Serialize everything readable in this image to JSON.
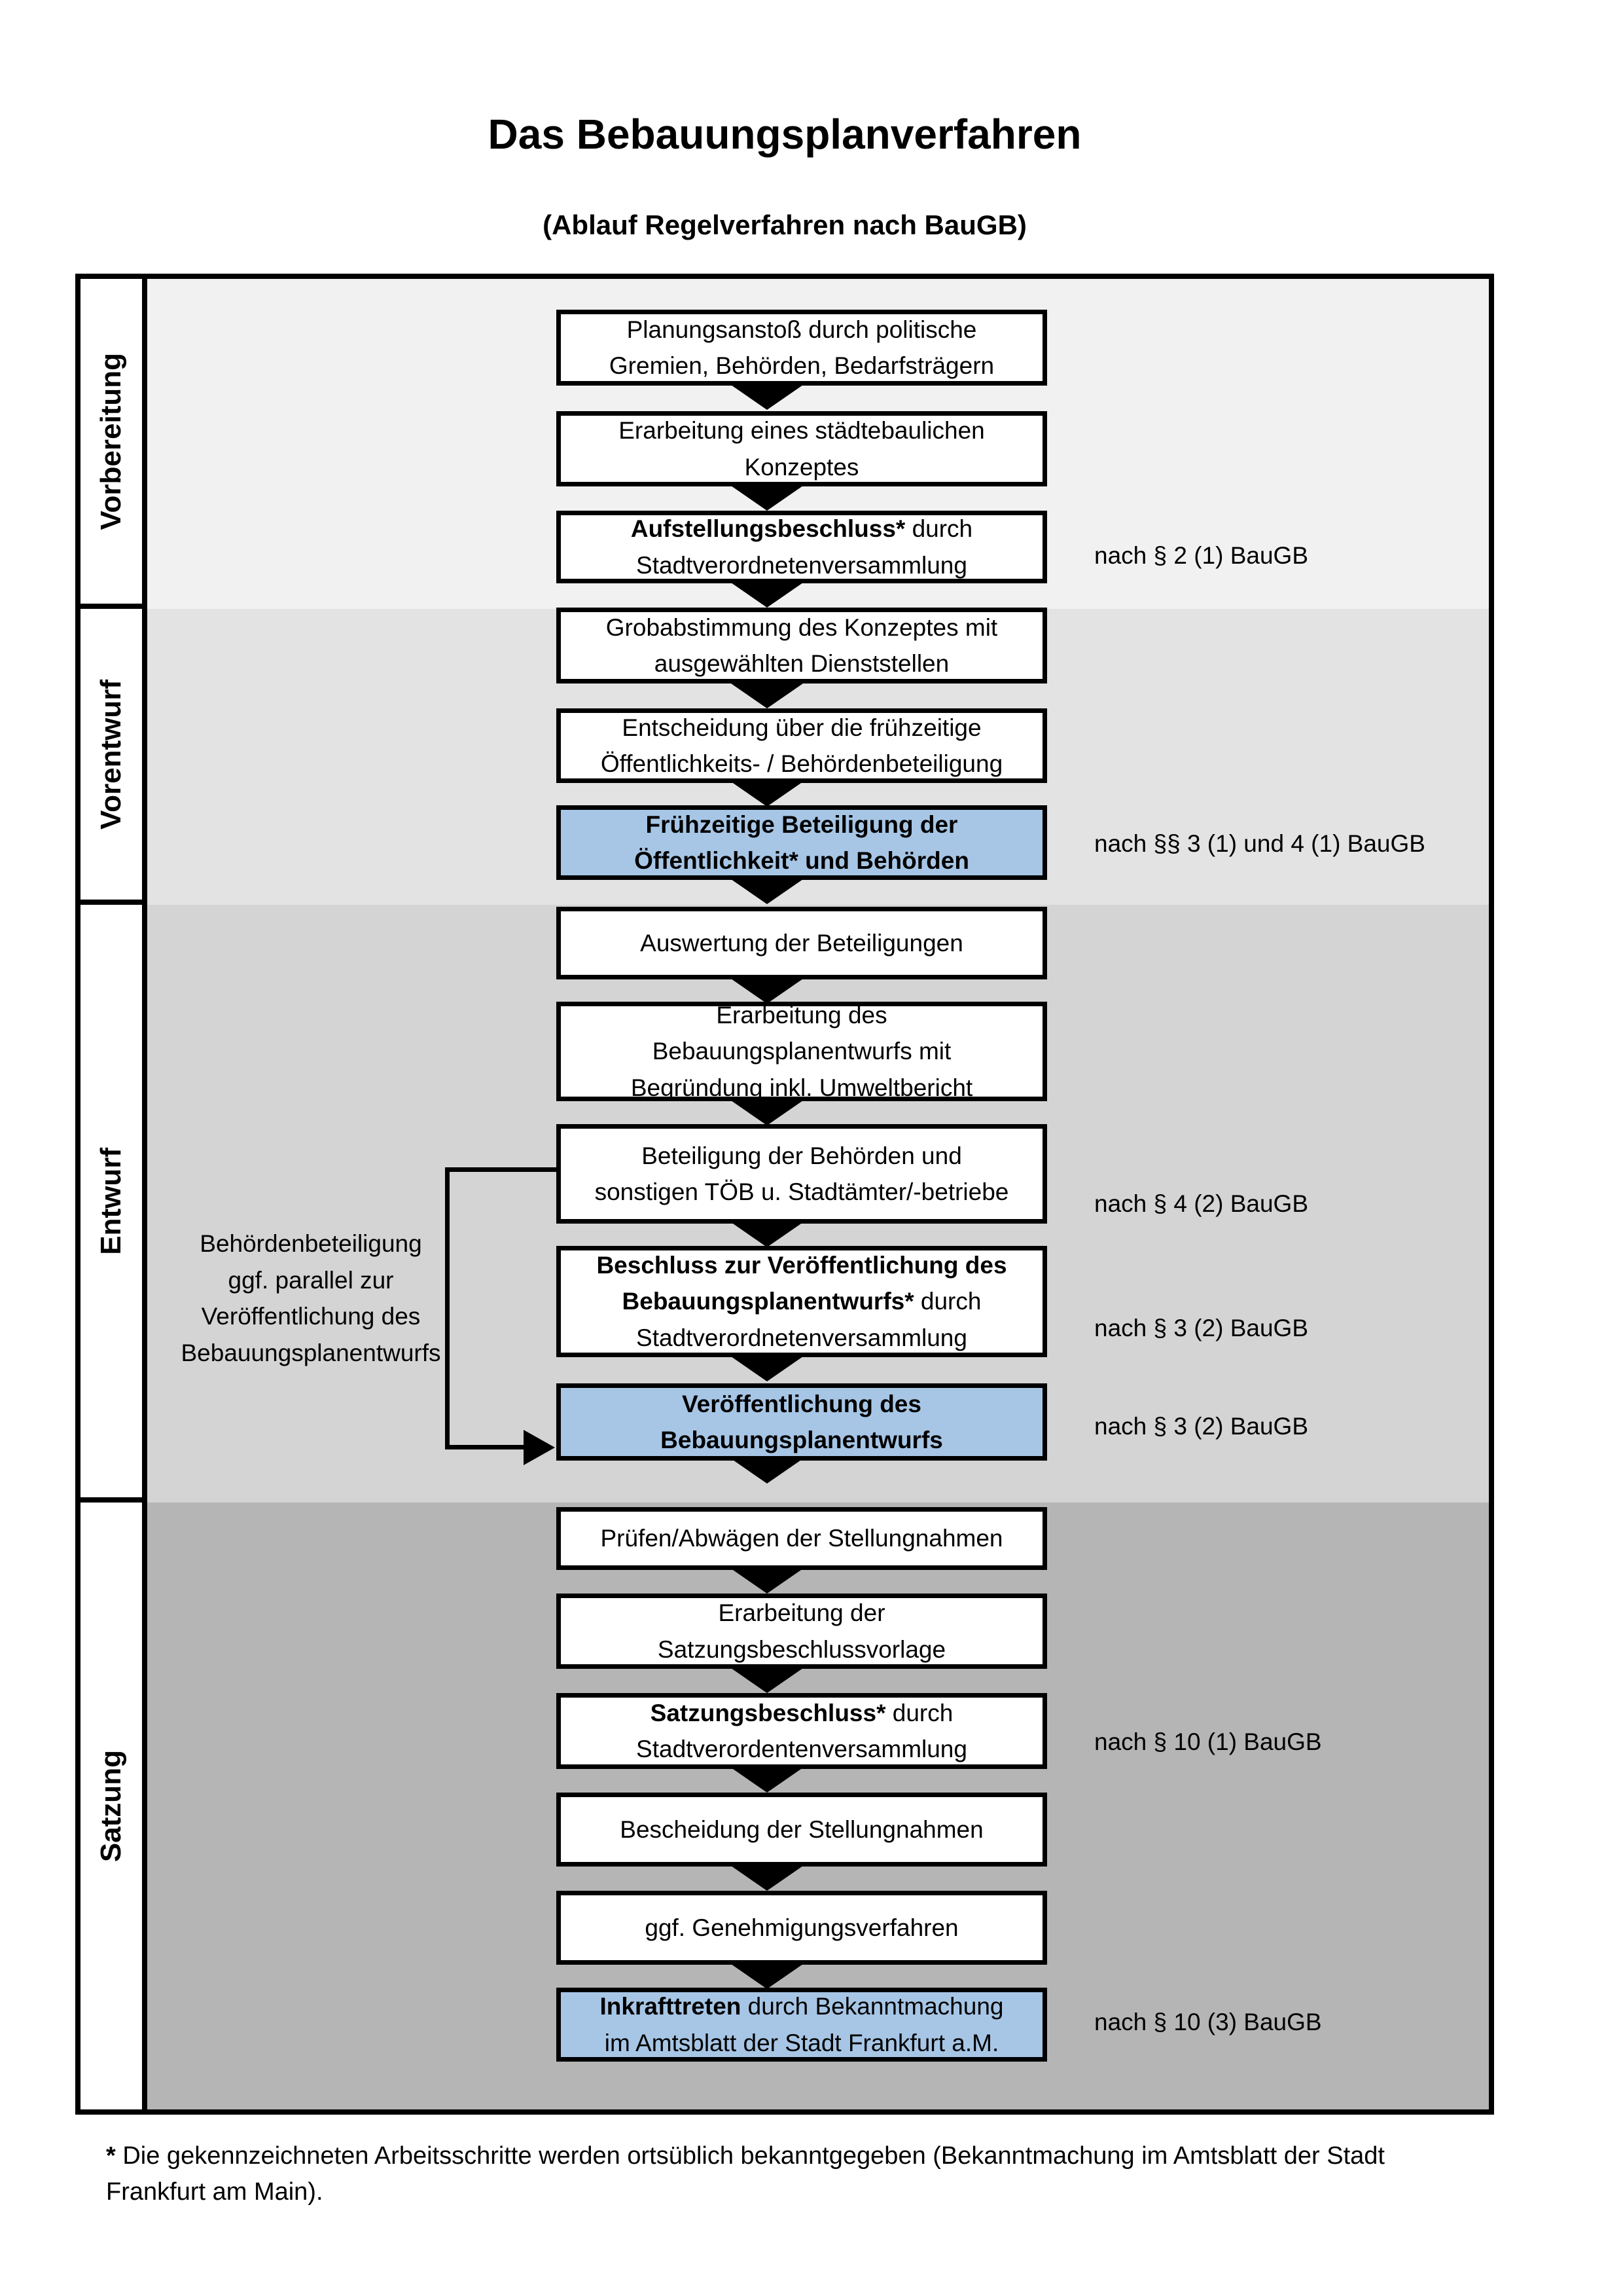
{
  "title": "Das Bebauungsplanverfahren",
  "subtitle": "(Ablauf Regelverfahren nach BauGB)",
  "sidebar": {
    "sections": [
      {
        "label": "Vorbereitung"
      },
      {
        "label": "Vorentwurf"
      },
      {
        "label": "Entwurf"
      },
      {
        "label": "Satzung"
      }
    ]
  },
  "flow": {
    "boxes": [
      {
        "style": "plain",
        "lines": [
          [
            {
              "t": "Planungsanstoß durch politische"
            }
          ],
          [
            {
              "t": "Gremien, Behörden, Bedarfsträgern"
            }
          ]
        ]
      },
      {
        "style": "plain",
        "lines": [
          [
            {
              "t": "Erarbeitung eines städtebaulichen"
            }
          ],
          [
            {
              "t": "Konzeptes"
            }
          ]
        ]
      },
      {
        "style": "plain",
        "lines": [
          [
            {
              "t": "Aufstellungsbeschluss*",
              "b": true
            },
            {
              "t": " durch"
            }
          ],
          [
            {
              "t": "Stadtverordnetenversammlung"
            }
          ]
        ]
      },
      {
        "style": "plain",
        "lines": [
          [
            {
              "t": "Grobabstimmung des Konzeptes mit"
            }
          ],
          [
            {
              "t": "ausgewählten Dienststellen"
            }
          ]
        ]
      },
      {
        "style": "plain",
        "lines": [
          [
            {
              "t": "Entscheidung über die frühzeitige"
            }
          ],
          [
            {
              "t": "Öffentlichkeits- / Behördenbeteiligung"
            }
          ]
        ]
      },
      {
        "style": "highlight",
        "lines": [
          [
            {
              "t": "Frühzeitige Beteiligung der",
              "b": true
            }
          ],
          [
            {
              "t": "Öffentlichkeit* und Behörden",
              "b": true
            }
          ]
        ]
      },
      {
        "style": "plain",
        "lines": [
          [
            {
              "t": "Auswertung der Beteiligungen"
            }
          ]
        ]
      },
      {
        "style": "plain",
        "lines": [
          [
            {
              "t": "Erarbeitung des"
            }
          ],
          [
            {
              "t": "Bebauungsplanentwurfs mit"
            }
          ],
          [
            {
              "t": "Begründung inkl. Umweltbericht"
            }
          ]
        ]
      },
      {
        "style": "plain",
        "lines": [
          [
            {
              "t": "Beteiligung der Behörden und"
            }
          ],
          [
            {
              "t": "sonstigen TÖB u. Stadtämter/-betriebe"
            }
          ]
        ]
      },
      {
        "style": "plain",
        "lines": [
          [
            {
              "t": "Beschluss zur Veröffentlichung des",
              "b": true
            }
          ],
          [
            {
              "t": "Bebauungsplanentwurfs*",
              "b": true
            },
            {
              "t": " durch"
            }
          ],
          [
            {
              "t": "Stadtverordnetenversammlung"
            }
          ]
        ]
      },
      {
        "style": "highlight",
        "lines": [
          [
            {
              "t": "Veröffentlichung des",
              "b": true
            }
          ],
          [
            {
              "t": "Bebauungsplanentwurfs",
              "b": true
            }
          ]
        ]
      },
      {
        "style": "plain",
        "lines": [
          [
            {
              "t": "Prüfen/Abwägen der Stellungnahmen"
            }
          ]
        ]
      },
      {
        "style": "plain",
        "lines": [
          [
            {
              "t": "Erarbeitung der"
            }
          ],
          [
            {
              "t": "Satzungsbeschlussvorlage"
            }
          ]
        ]
      },
      {
        "style": "plain",
        "lines": [
          [
            {
              "t": "Satzungsbeschluss*",
              "b": true
            },
            {
              "t": " durch"
            }
          ],
          [
            {
              "t": "Stadtverordentenversammlung"
            }
          ]
        ]
      },
      {
        "style": "plain",
        "lines": [
          [
            {
              "t": "Bescheidung der Stellungnahmen"
            }
          ]
        ]
      },
      {
        "style": "plain",
        "lines": [
          [
            {
              "t": "ggf. Genehmigungsverfahren"
            }
          ]
        ]
      },
      {
        "style": "highlight",
        "lines": [
          [
            {
              "t": "Inkrafttreten",
              "b": true
            },
            {
              "t": " durch Bekanntmachung"
            }
          ],
          [
            {
              "t": "im Amtsblatt der Stadt Frankfurt a.M."
            }
          ]
        ]
      }
    ]
  },
  "legal_notes": [
    {
      "text": "nach § 2 (1) BauGB"
    },
    {
      "text": "nach §§ 3 (1) und 4 (1) BauGB"
    },
    {
      "text": "nach § 4 (2) BauGB"
    },
    {
      "text": "nach § 3 (2) BauGB"
    },
    {
      "text": "nach § 3 (2) BauGB"
    },
    {
      "text": "nach § 10 (1) BauGB"
    },
    {
      "text": "nach § 10 (3) BauGB"
    }
  ],
  "parallel_note": "Behördenbeteiligung\nggf. parallel zur\nVeröffentlichung des\nBebauungsplanentwurfs",
  "footnote": {
    "marker": "*",
    "text": " Die gekennzeichneten Arbeitsschritte werden ortsüblich bekanntgegeben (Bekanntmachung im Amtsblatt der Stadt\nFrankfurt am Main)."
  },
  "colors": {
    "phase1_bg": "#f1f1f1",
    "phase2_bg": "#e3e3e3",
    "phase3_bg": "#d4d4d4",
    "phase4_bg": "#b5b5b5",
    "highlight_bg": "#a7c6e6",
    "line_color": "#000000"
  }
}
